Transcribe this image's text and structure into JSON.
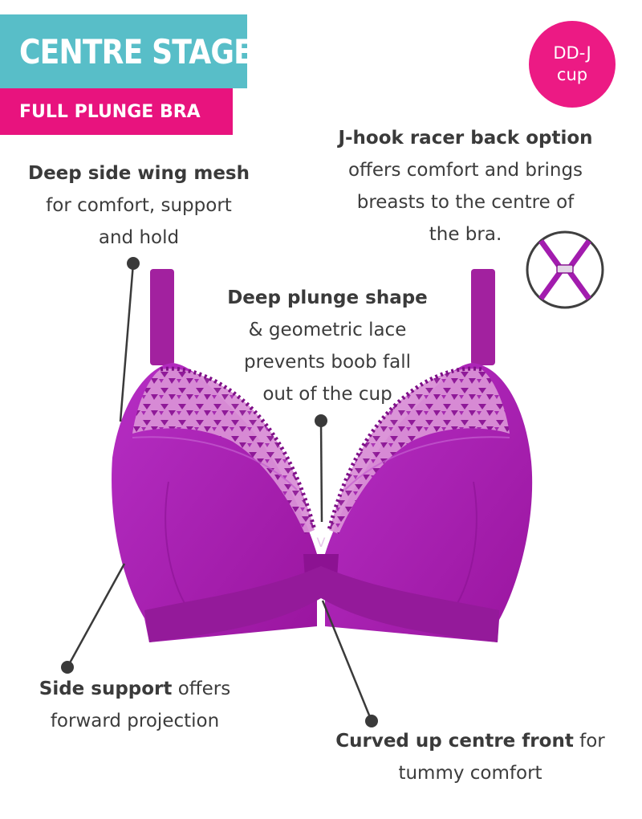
{
  "header": {
    "title": "CENTRE STAGE",
    "subtitle": "FULL PLUNGE BRA"
  },
  "badge": {
    "line1": "DD-J",
    "line2": "cup"
  },
  "callouts": {
    "side_wing": {
      "heading": "Deep side wing mesh",
      "line1": "for comfort, support",
      "line2": "and hold"
    },
    "jhook": {
      "heading": "J-hook racer back option",
      "line1": "offers comfort and brings",
      "line2": "breasts to the centre of",
      "line3": "the bra."
    },
    "plunge": {
      "heading": "Deep plunge shape",
      "line1": "& geometric lace",
      "line2": "prevents boob fall",
      "line3": "out of the cup"
    },
    "side_support": {
      "heading": "Side support",
      "line1_rest": " offers",
      "line2": "forward projection"
    },
    "centre_front": {
      "heading": "Curved up centre front",
      "line1_rest": " for",
      "line2": "tummy comfort"
    }
  },
  "colors": {
    "title_bg": "#58bec8",
    "subtitle_bg": "#e8137e",
    "badge_bg": "#ec1a84",
    "product": "#a21cae",
    "text": "#3a3a3a"
  },
  "icons": [
    "racer-back-hook-icon",
    "bra-product-illustration"
  ]
}
